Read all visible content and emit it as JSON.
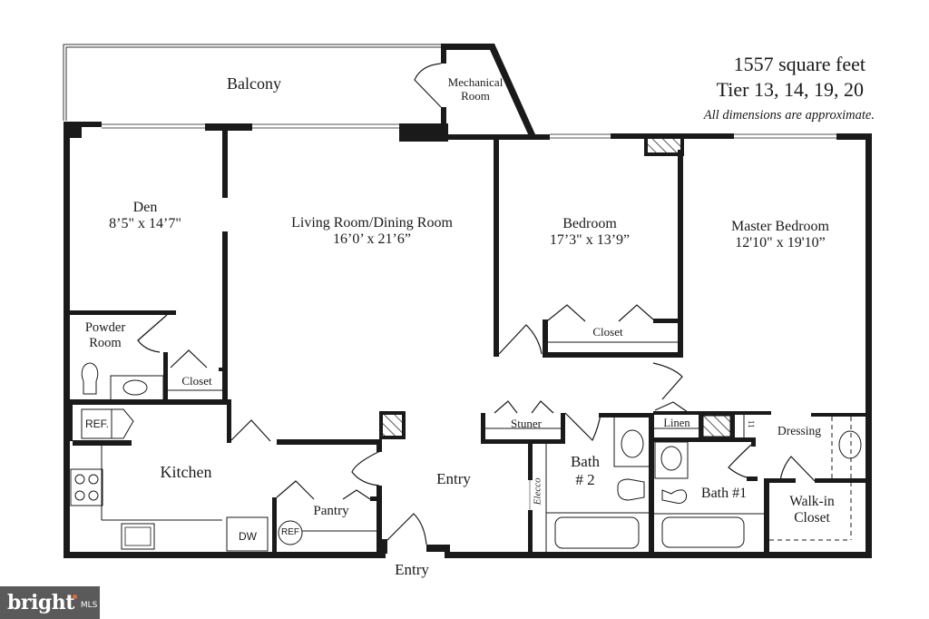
{
  "header": {
    "square_feet": "1557 square feet",
    "tiers": "Tier 13, 14, 19, 20",
    "note": "All dimensions are approximate."
  },
  "rooms": {
    "balcony": {
      "name": "Balcony"
    },
    "mechanical": {
      "name_line1": "Mechanical",
      "name_line2": "Room"
    },
    "den": {
      "name": "Den",
      "dimensions": "8’5\" x 14’7\""
    },
    "living": {
      "name": "Living Room/Dining Room",
      "dimensions": "16’0’ x 21’6”"
    },
    "bedroom": {
      "name": "Bedroom",
      "dimensions": "17’3\" x 13’9”"
    },
    "master": {
      "name": "Master Bedroom",
      "dimensions": "12'10\" x 19'10”"
    },
    "powder": {
      "name_line1": "Powder",
      "name_line2": "Room"
    },
    "den_closet": {
      "name": "Closet"
    },
    "bedroom_closet": {
      "name": "Closet"
    },
    "kitchen": {
      "name": "Kitchen"
    },
    "pantry": {
      "name": "Pantry"
    },
    "entry_inner": {
      "name": "Entry"
    },
    "entry_outer": {
      "name": "Entry"
    },
    "stuner": {
      "name": "Stuner"
    },
    "elec": {
      "name": "Elecco"
    },
    "bath2": {
      "name_line1": "Bath",
      "name_line2": "# 2"
    },
    "bath1": {
      "name": "Bath #1"
    },
    "linen": {
      "name": "Linen"
    },
    "dressing": {
      "name": "Dressing"
    },
    "walkin": {
      "name_line1": "Walk-in",
      "name_line2": "Closet"
    }
  },
  "appliances": {
    "fridge": "REF.",
    "pantry_fridge": "REF",
    "dishwasher": "DW"
  },
  "small_marks": {
    "dressing_shelf": "11"
  },
  "branding": {
    "logo_word": "bright",
    "logo_suffix": "MLS"
  }
}
